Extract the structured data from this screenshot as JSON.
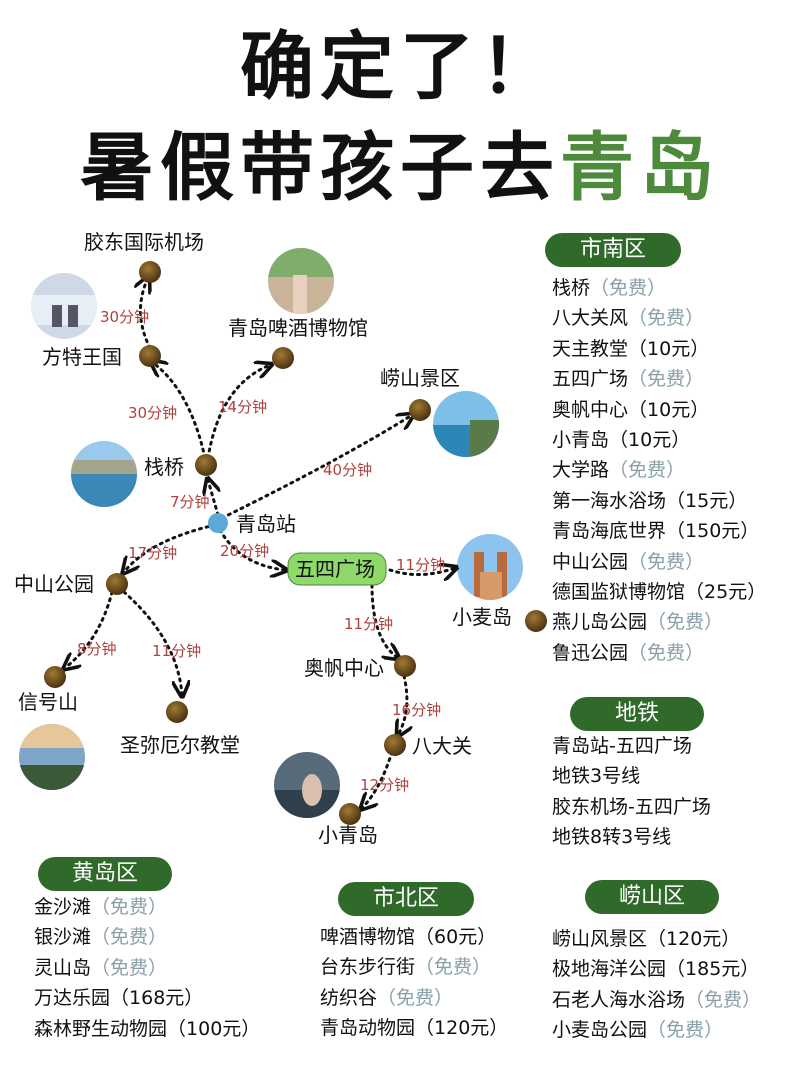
{
  "title_line1": "确定了！",
  "title_line2_prefix": "暑假带孩子去",
  "title_line2_highlight": "青岛",
  "colors": {
    "highlight": "#4d8a3c",
    "pill": "#2f6a2a",
    "node": "#6b4a16",
    "station": "#5aa9d6",
    "time": "#b0413e",
    "free": "#8aa0a8",
    "hub": "#8fd86a"
  },
  "nodes": [
    {
      "id": "jiaodong",
      "label": "胶东国际机场"
    },
    {
      "id": "fangte",
      "label": "方特王国"
    },
    {
      "id": "beer",
      "label": "青岛啤酒博物馆"
    },
    {
      "id": "laoshan",
      "label": "崂山景区"
    },
    {
      "id": "zhanqiao",
      "label": "栈桥"
    },
    {
      "id": "station",
      "label": "青岛站"
    },
    {
      "id": "wusi",
      "label": "五四广场"
    },
    {
      "id": "xiaomai",
      "label": "小麦岛"
    },
    {
      "id": "zhongshan",
      "label": "中山公园"
    },
    {
      "id": "xinhao",
      "label": "信号山"
    },
    {
      "id": "shengmi",
      "label": "圣弥厄尔教堂"
    },
    {
      "id": "aofan",
      "label": "奥帆中心"
    },
    {
      "id": "badaguan",
      "label": "八大关"
    },
    {
      "id": "xiaoqing",
      "label": "小青岛"
    }
  ],
  "edges": [
    {
      "id": "e1",
      "time": "30分钟"
    },
    {
      "id": "e2",
      "time": "30分钟"
    },
    {
      "id": "e3",
      "time": "14分钟"
    },
    {
      "id": "e4",
      "time": "40分钟"
    },
    {
      "id": "e5",
      "time": "7分钟"
    },
    {
      "id": "e6",
      "time": "17分钟"
    },
    {
      "id": "e7",
      "time": "20分钟"
    },
    {
      "id": "e8",
      "time": "11分钟"
    },
    {
      "id": "e9",
      "time": "11分钟"
    },
    {
      "id": "e10",
      "time": "8分钟"
    },
    {
      "id": "e11",
      "time": "11分钟"
    },
    {
      "id": "e12",
      "time": "16分钟"
    },
    {
      "id": "e13",
      "time": "12分钟"
    }
  ],
  "sections": {
    "shinan": {
      "title": "市南区",
      "items": [
        {
          "name": "栈桥",
          "price": "（免费）",
          "free": true
        },
        {
          "name": "八大关风",
          "price": "（免费）",
          "free": true
        },
        {
          "name": "天主教堂",
          "price": "（10元）",
          "free": false
        },
        {
          "name": "五四广场",
          "price": "（免费）",
          "free": true
        },
        {
          "name": "奥帆中心",
          "price": "（10元）",
          "free": false
        },
        {
          "name": "小青岛",
          "price": "（10元）",
          "free": false
        },
        {
          "name": "大学路",
          "price": "（免费）",
          "free": true
        },
        {
          "name": "第一海水浴场",
          "price": "（15元）",
          "free": false
        },
        {
          "name": "青岛海底世界",
          "price": "（150元）",
          "free": false
        },
        {
          "name": "中山公园",
          "price": "（免费）",
          "free": true
        },
        {
          "name": "德国监狱博物馆",
          "price": "（25元）",
          "free": false
        },
        {
          "name": "燕儿岛公园",
          "price": "（免费）",
          "free": true
        },
        {
          "name": "鲁迅公园",
          "price": "（免费）",
          "free": true
        }
      ]
    },
    "metro": {
      "title": "地铁",
      "items": [
        {
          "name": "青岛站-五四广场",
          "price": "",
          "free": false
        },
        {
          "name": "地铁3号线",
          "price": "",
          "free": false
        },
        {
          "name": "胶东机场-五四广场",
          "price": "",
          "free": false
        },
        {
          "name": "地铁8转3号线",
          "price": "",
          "free": false
        }
      ]
    },
    "huangdao": {
      "title": "黄岛区",
      "items": [
        {
          "name": "金沙滩",
          "price": "（免费）",
          "free": true
        },
        {
          "name": "银沙滩",
          "price": "（免费）",
          "free": true
        },
        {
          "name": "灵山岛",
          "price": "（免费）",
          "free": true
        },
        {
          "name": "万达乐园",
          "price": "（168元）",
          "free": false
        },
        {
          "name": "森林野生动物园",
          "price": "（100元）",
          "free": false
        }
      ]
    },
    "shibei": {
      "title": "市北区",
      "items": [
        {
          "name": "啤酒博物馆",
          "price": "（60元）",
          "free": false
        },
        {
          "name": "台东步行街",
          "price": "（免费）",
          "free": true
        },
        {
          "name": "纺织谷",
          "price": "（免费）",
          "free": true
        },
        {
          "name": "青岛动物园",
          "price": "（120元）",
          "free": false
        }
      ]
    },
    "laoshanqu": {
      "title": "崂山区",
      "items": [
        {
          "name": "崂山风景区",
          "price": "（120元）",
          "free": false
        },
        {
          "name": "极地海洋公园",
          "price": "（185元）",
          "free": false
        },
        {
          "name": "石老人海水浴场",
          "price": "（免费）",
          "free": true
        },
        {
          "name": "小麦岛公园",
          "price": "（免费）",
          "free": true
        }
      ]
    }
  }
}
